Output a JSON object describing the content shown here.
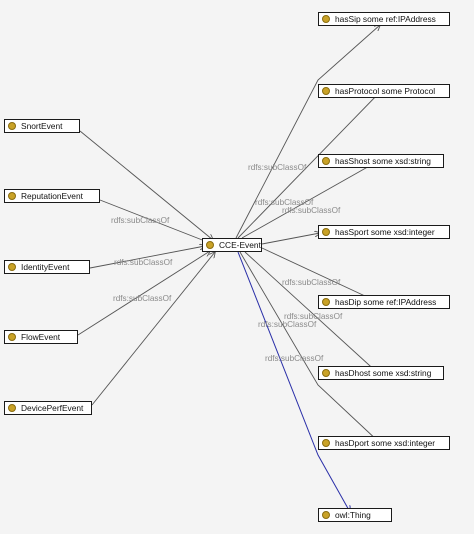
{
  "nodes": {
    "snort": {
      "label": "SnortEvent"
    },
    "reputation": {
      "label": "ReputationEvent"
    },
    "identity": {
      "label": "IdentityEvent"
    },
    "flow": {
      "label": "FlowEvent"
    },
    "deviceperf": {
      "label": "DevicePerfEvent"
    },
    "cce": {
      "label": "CCE-Event"
    },
    "hassip": {
      "label": "hasSip some ref:IPAddress"
    },
    "hasprotocol": {
      "label": "hasProtocol some Protocol"
    },
    "hasshost": {
      "label": "hasShost some xsd:string"
    },
    "hassport": {
      "label": "hasSport some xsd:integer"
    },
    "hasdip": {
      "label": "hasDip some ref:IPAddress"
    },
    "hasdhost": {
      "label": "hasDhost some xsd:string"
    },
    "hasdport": {
      "label": "hasDport some xsd:integer"
    },
    "owlthing": {
      "label": "owl:Thing"
    }
  },
  "edge_labels": {
    "reputation": "rdfs:subClassOf",
    "identity": "rdfs:subClassOf",
    "flow": "rdfs:subClassOf",
    "hasshost": "rdfs:subClassOf",
    "hasshost2": "rdfs:subClassOf",
    "hassport": "rdfs:subClassOf",
    "hasdip": "rdfs:subClassOf",
    "hasdip2": "rdfs:subClassOf",
    "hasdhost": "rdfs:subClassOf",
    "hasdport": "rdfs:subClassOf"
  },
  "colors": {
    "node_dot": "#c9a227",
    "edge": "#555555",
    "edge_to_thing": "#2a2fa8",
    "edge_label": "#8a8a8a"
  },
  "icons": {
    "class_marker": "circle-class-icon"
  }
}
